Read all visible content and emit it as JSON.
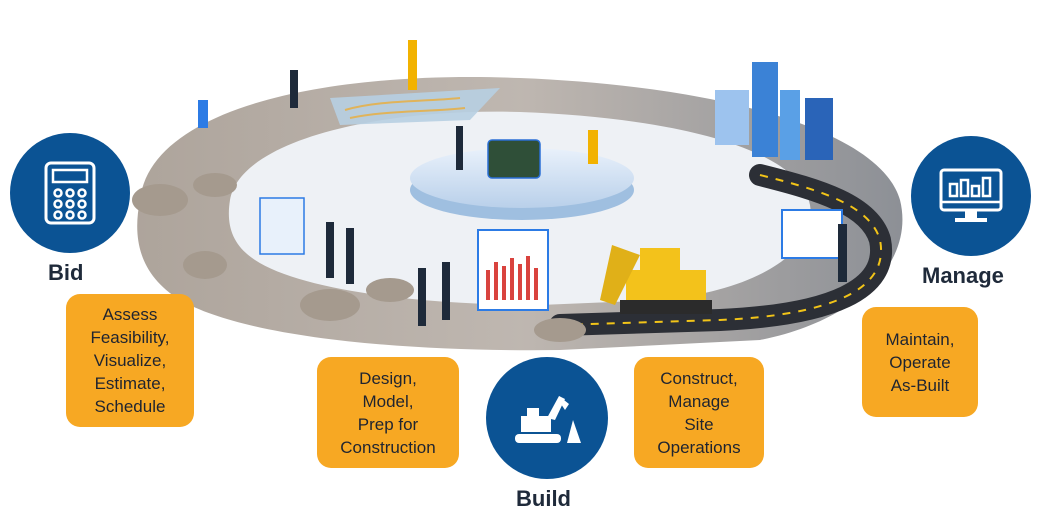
{
  "colors": {
    "phase_circle": "#0b5394",
    "note_box": "#f7a823",
    "title_text": "#1f2a3a"
  },
  "phases": {
    "bid": {
      "title": "Bid",
      "icon": "calculator-icon",
      "lines": [
        "Assess",
        "Feasibility,",
        "Visualize,",
        "Estimate,",
        "Schedule"
      ]
    },
    "design": {
      "lines": [
        "Design,",
        "Model,",
        "Prep for",
        "Construction"
      ]
    },
    "build": {
      "title": "Build",
      "icon": "excavator-cone-icon",
      "lines": [
        "Construct,",
        "Manage",
        "Site",
        "Operations"
      ]
    },
    "manage": {
      "title": "Manage",
      "icon": "monitor-chart-icon",
      "lines": [
        "Maintain,",
        "Operate",
        "As-Built"
      ]
    }
  }
}
